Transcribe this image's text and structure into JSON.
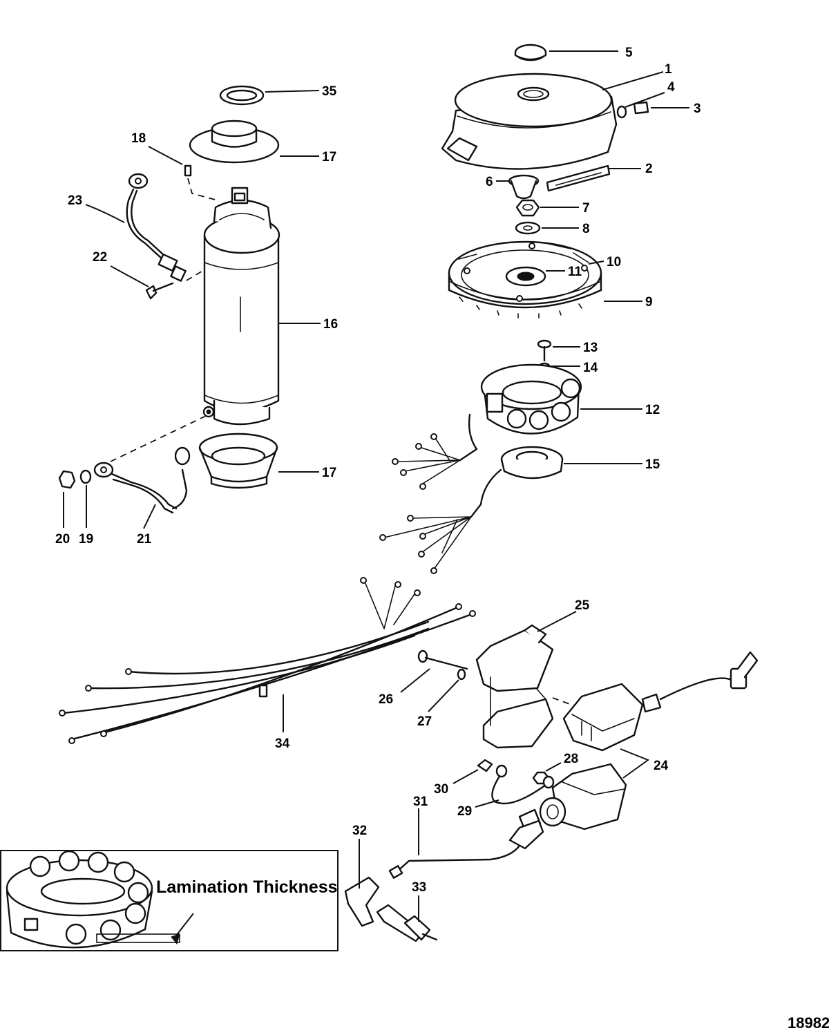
{
  "figure_number": "18982",
  "inset": {
    "label": "Lamination Thickness"
  },
  "callouts": {
    "c1": "1",
    "c2": "2",
    "c3": "3",
    "c4": "4",
    "c5": "5",
    "c6": "6",
    "c7": "7",
    "c8": "8",
    "c9": "9",
    "c10": "10",
    "c11": "11",
    "c12": "12",
    "c13": "13",
    "c14": "14",
    "c15": "15",
    "c16": "16",
    "c17a": "17",
    "c17b": "17",
    "c18": "18",
    "c19": "19",
    "c20": "20",
    "c21": "21",
    "c22": "22",
    "c23": "23",
    "c24": "24",
    "c25": "25",
    "c26": "26",
    "c27": "27",
    "c28": "28",
    "c29": "29",
    "c30": "30",
    "c31": "31",
    "c32": "32",
    "c33": "33",
    "c34": "34",
    "c35": "35"
  }
}
